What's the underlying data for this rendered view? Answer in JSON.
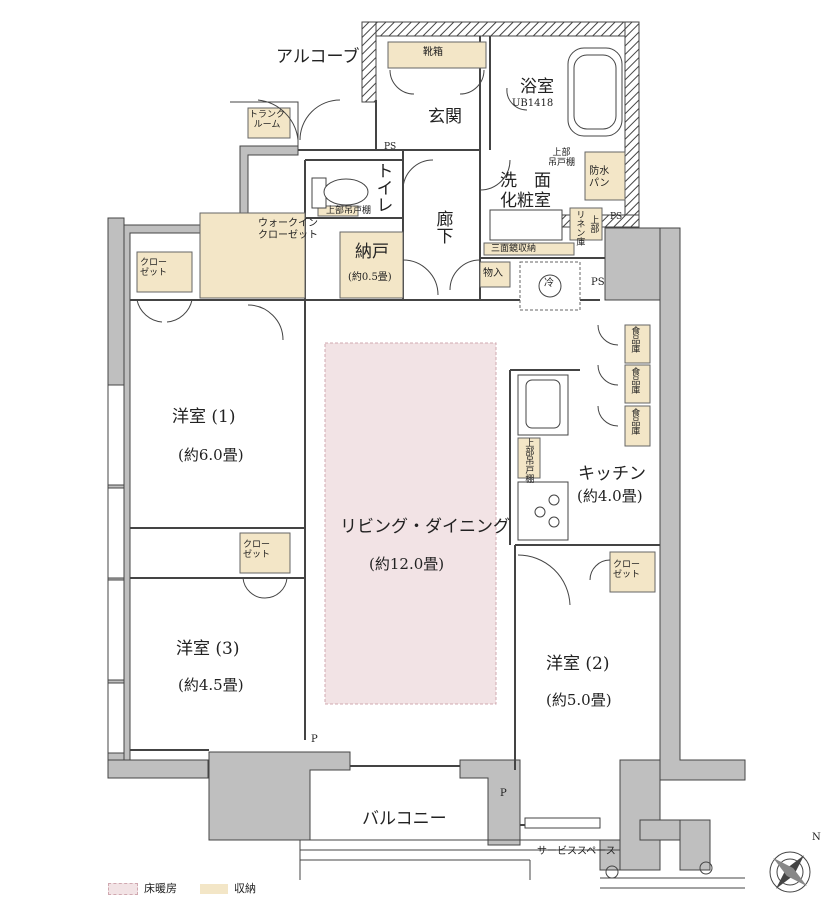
{
  "rooms": {
    "alcove": "アルコーブ",
    "shoe_box": "靴箱",
    "bath": "浴室",
    "bath_model": "UB1418",
    "entrance": "玄関",
    "trunk_room": "トランク\nルーム",
    "toilet": "トイレ",
    "upper_shelf_toilet": "上部吊戸棚",
    "hallway": "廊下",
    "washroom": "洗　面\n化粧室",
    "upper_shelf_wash": "上部\n吊戸棚",
    "waterproof_pan": "防水\nパン",
    "linen": "リネン庫",
    "upper": "上部",
    "mirror_storage": "三面鏡収納",
    "walkin_closet": "ウォークイン\nクローゼット",
    "storage_room": "納戸",
    "storage_room_area": "(約0.5畳)",
    "storage": "物入",
    "fridge": "冷",
    "ps": "PS",
    "closet": "クロー\nゼット",
    "pantry": "食品庫",
    "upper_shelf_kitchen": "上部吊戸棚",
    "kitchen": "キッチン",
    "kitchen_area": "(約4.0畳)",
    "room1": "洋室 (1)",
    "room1_area": "(約6.0畳)",
    "room3": "洋室 (3)",
    "room3_area": "(約4.5畳)",
    "room2": "洋室 (2)",
    "room2_area": "(約5.0畳)",
    "ldk": "リビング・ダイニング",
    "ldk_area": "(約12.0畳)",
    "balcony": "バルコニー",
    "service_space": "サービススペース",
    "p": "P"
  },
  "legend": {
    "floor_heating": "床暖房",
    "storage": "収納"
  },
  "compass": "N",
  "colors": {
    "floor_heating": "#f2e3e5",
    "storage": "#f3e6c7",
    "column": "#bfbfbf",
    "wall": "#555555"
  }
}
